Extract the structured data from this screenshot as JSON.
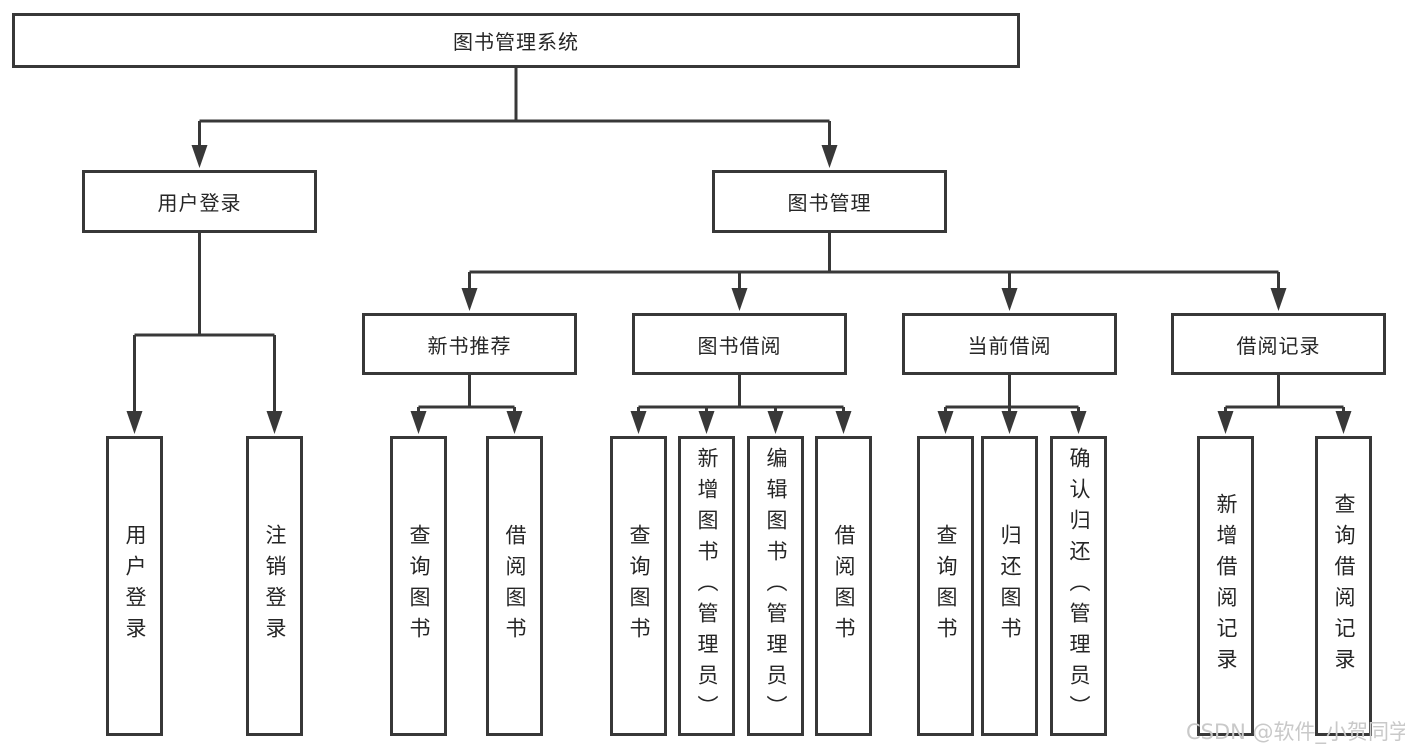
{
  "diagram_type": "hierarchy-tree",
  "tree": {
    "label": "图书管理系统",
    "children": [
      {
        "label": "用户登录",
        "children": [
          {
            "label": "用户登录"
          },
          {
            "label": "注销登录"
          }
        ]
      },
      {
        "label": "图书管理",
        "children": [
          {
            "label": "新书推荐",
            "children": [
              {
                "label": "查询图书"
              },
              {
                "label": "借阅图书"
              }
            ]
          },
          {
            "label": "图书借阅",
            "children": [
              {
                "label": "查询图书"
              },
              {
                "label": "新增图书（管理员）"
              },
              {
                "label": "编辑图书（管理员）"
              },
              {
                "label": "借阅图书"
              }
            ]
          },
          {
            "label": "当前借阅",
            "children": [
              {
                "label": "查询图书"
              },
              {
                "label": "归还图书"
              },
              {
                "label": "确认归还（管理员）"
              }
            ]
          },
          {
            "label": "借阅记录",
            "children": [
              {
                "label": "新增借阅记录"
              },
              {
                "label": "查询借阅记录"
              }
            ]
          }
        ]
      }
    ]
  },
  "watermark": {
    "text": "CSDN @软件_小贺同学"
  },
  "colors": {
    "line": "#383838",
    "box_border": "#383838",
    "text": "#262626",
    "watermark": "#c9c9c9",
    "background": "#ffffff"
  }
}
